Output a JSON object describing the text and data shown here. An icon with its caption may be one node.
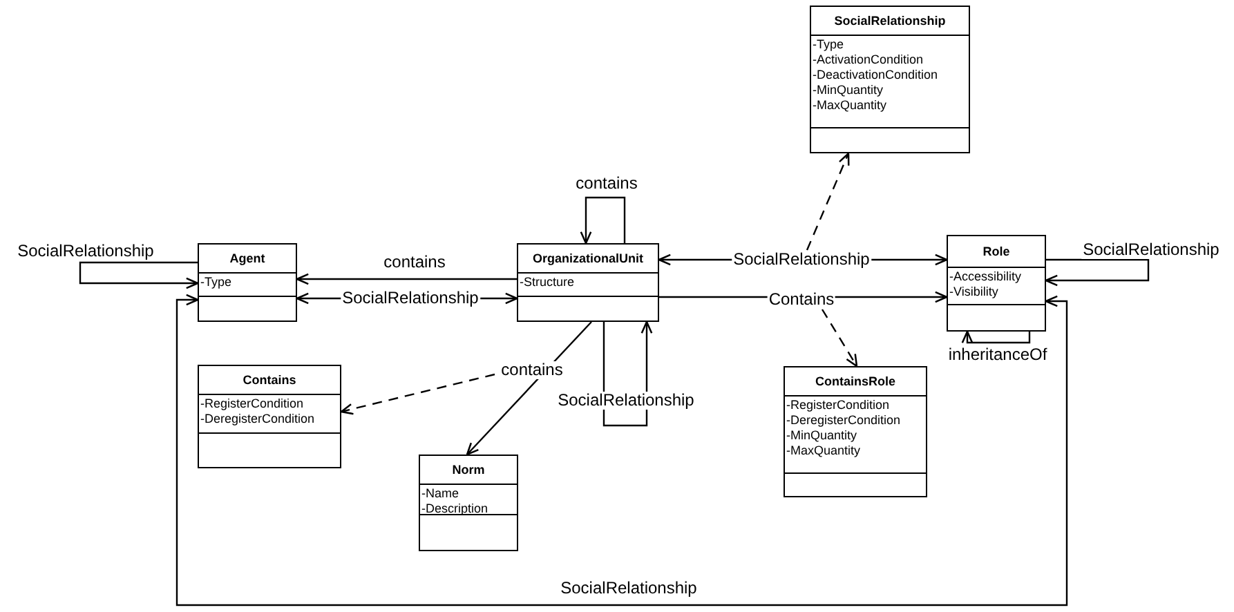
{
  "diagram": {
    "nodes": [
      {
        "text": [
          "SocialRelationship",
          "-Type",
          "-ActivationCondition",
          "-DeactivationCondition",
          "-MinQuantity",
          "-MaxQuantity"
        ]
      },
      {
        "text": [
          "Agent",
          "-Type"
        ]
      },
      {
        "text": [
          "OrganizationalUnit",
          "-Structure"
        ]
      },
      {
        "text": [
          "Role",
          "-Accessibility",
          "-Visibility"
        ]
      },
      {
        "text": [
          "Contains",
          "-RegisterCondition",
          "-DeregisterCondition"
        ]
      },
      {
        "text": [
          "ContainsRole",
          "-RegisterCondition",
          "-DeregisterCondition",
          "-MinQuantity",
          "-MaxQuantity"
        ]
      },
      {
        "text": [
          "Norm",
          "-Name",
          "-Description"
        ]
      }
    ],
    "edges": [
      {
        "from": 1,
        "to": 1,
        "arrow": "to",
        "label": "SocialRelationship"
      },
      {
        "from": 2,
        "to": 1,
        "arrow": "to",
        "label": "contains"
      },
      {
        "from": 1,
        "to": 2,
        "arrow": "both",
        "label": "SocialRelationship"
      },
      {
        "from": 2,
        "to": 2,
        "arrow": "to",
        "label": "contains"
      },
      {
        "from": 2,
        "to": 3,
        "arrow": "both",
        "label": "SocialRelationship"
      },
      {
        "from": null,
        "to": 0,
        "arrow": "to",
        "style": "dashed"
      },
      {
        "from": 2,
        "to": 3,
        "arrow": "to",
        "label": "Contains"
      },
      {
        "from": null,
        "to": 5,
        "arrow": "to",
        "style": "dashed"
      },
      {
        "from": 3,
        "to": 3,
        "arrow": "to",
        "label": "SocialRelationship"
      },
      {
        "from": 3,
        "to": 3,
        "arrow": "to",
        "label": "inheritanceOf"
      },
      {
        "from": 2,
        "to": 6,
        "arrow": "to",
        "label": "contains"
      },
      {
        "from": null,
        "to": 4,
        "arrow": "to",
        "style": "dashed"
      },
      {
        "from": 2,
        "to": 2,
        "arrow": "to",
        "label": "SocialRelationship"
      },
      {
        "from": 1,
        "to": 3,
        "arrow": "both",
        "label": "SocialRelationship"
      }
    ]
  }
}
